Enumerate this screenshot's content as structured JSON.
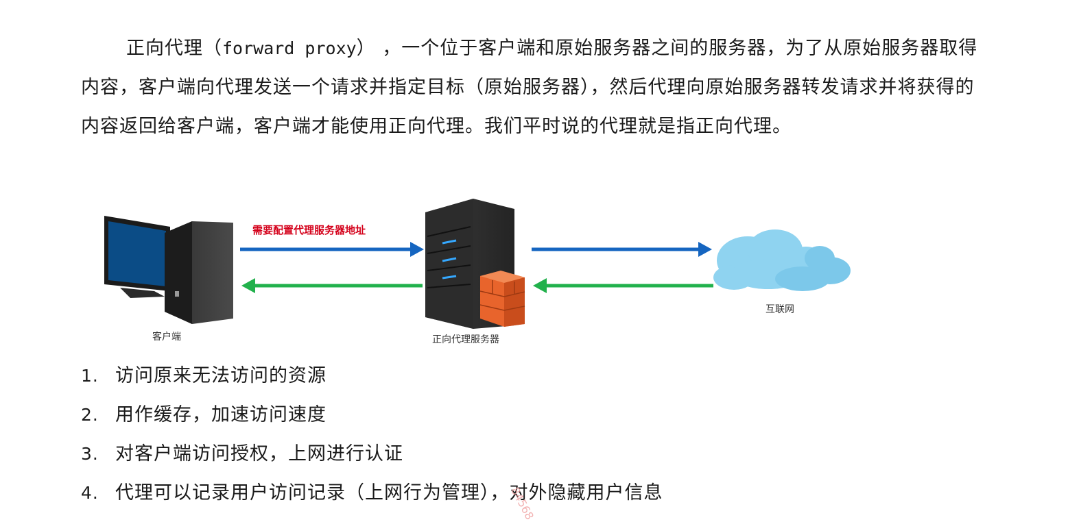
{
  "paragraph": {
    "part1": "正向代理（",
    "term": "forward proxy",
    "part2": "）    ，一个位于客户端和原始服务器之间的服务器，为了从原始服务器取得内容，客户端向代理发送一个请求并指定目标（原始服务器），然后代理向原始服务器转发请求并将获得的内容返回给客户端，客户端才能使用正向代理。我们平时说的代理就是指正向代理。"
  },
  "diagram": {
    "arrow_note": "需要配置代理服务器地址",
    "client_label": "客户端",
    "proxy_label": "正向代理服务器",
    "internet_label": "互联网",
    "colors": {
      "request_arrow": "#1565c0",
      "response_arrow": "#22b14c",
      "note": "#d4001a",
      "cloud": "#8fd3f0",
      "firewall": "#e8642c"
    }
  },
  "list": [
    {
      "num": "1.",
      "text": "访问原来无法访问的资源"
    },
    {
      "num": "2.",
      "text": "用作缓存，加速访问速度"
    },
    {
      "num": "3.",
      "text": "对客户端访问授权，上网进行认证"
    },
    {
      "num": "4.",
      "text": "代理可以记录用户访问记录（上网行为管理），对外隐藏用户信息"
    }
  ],
  "watermark": "84568"
}
